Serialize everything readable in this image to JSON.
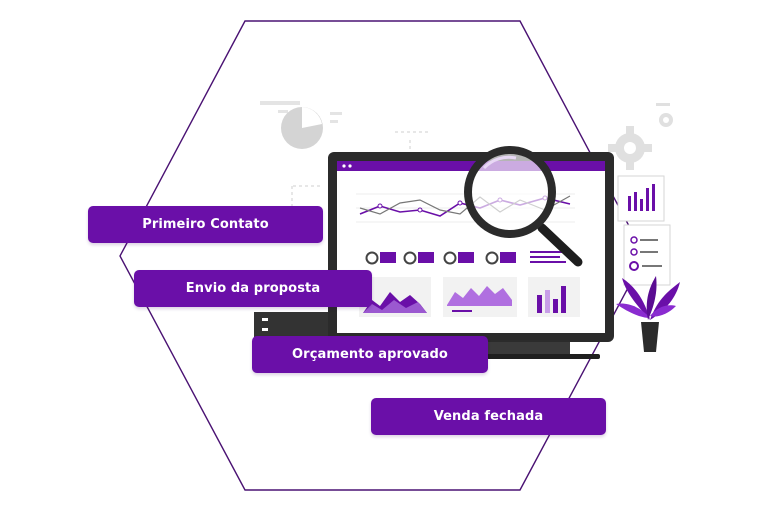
{
  "colors": {
    "accent": "#6a0fa8",
    "light_purple": "#c89ee8",
    "outline": "#4a1273",
    "gray": "#d9d9d9",
    "dark": "#262626"
  },
  "steps": [
    {
      "label": "Primeiro Contato"
    },
    {
      "label": "Envio da proposta"
    },
    {
      "label": "Orçamento aprovado"
    },
    {
      "label": "Venda fechada"
    }
  ],
  "icons": {
    "monitor": "dashboard-monitor-icon",
    "magnifier": "magnifying-glass-icon",
    "plant": "plant-icon",
    "gear": "gear-icon",
    "pie": "pie-chart-icon",
    "report": "report-sheet-icon"
  }
}
